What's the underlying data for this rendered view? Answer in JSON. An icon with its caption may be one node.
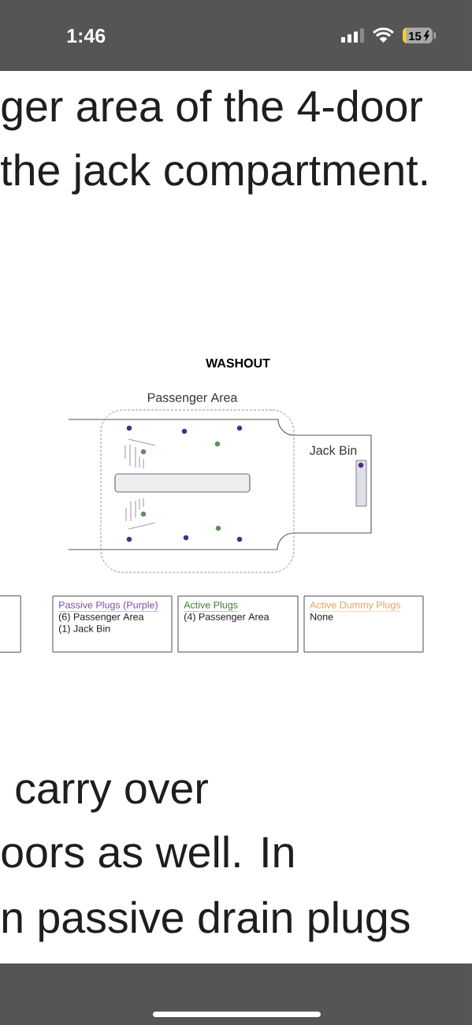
{
  "diagram": {
    "title": "WASHOUT",
    "nodes": [
      {
        "text": [
          "Passenger Area"
        ]
      },
      {
        "text": [],
        "shape": "bar",
        "in": 0
      },
      {
        "text": [],
        "shape": "box"
      },
      {
        "text": [
          "Passive Plugs (Purple)",
          "(6) Passenger Area",
          "(1) Jack Bin"
        ]
      },
      {
        "text": [
          "Active Plugs",
          "(4) Passenger Area"
        ]
      },
      {
        "text": [
          "Active Dummy Plugs",
          "None"
        ]
      }
    ],
    "labels": [
      "1:46",
      "15",
      "ger area of the 4-door",
      "the jack compartment.",
      "Jack Bin",
      "carry over",
      "oors as well. In",
      "n passive drain plugs"
    ]
  }
}
